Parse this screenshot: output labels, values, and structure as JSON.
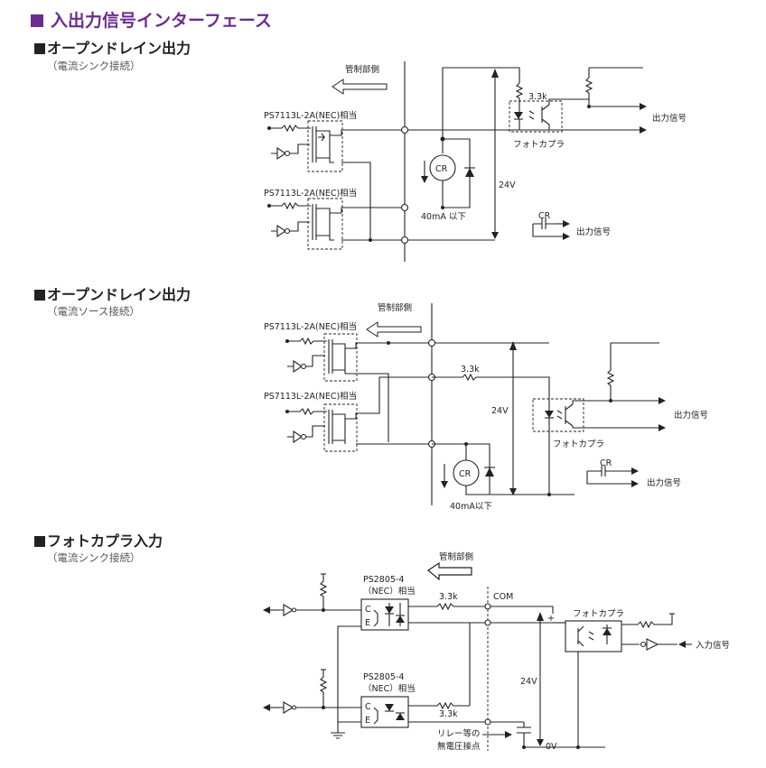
{
  "page": {
    "title": "入出力信号インターフェース"
  },
  "sections": [
    {
      "heading": "オープンドレイン出力",
      "subheading": "（電流シンク接続）",
      "labels": {
        "side": "管制部側",
        "device1": "PS7113L-2A(NEC)相当",
        "device2": "PS7113L-2A(NEC)相当",
        "resistor": "3.3k",
        "photocoupler": "フォトカプラ",
        "output": "出力信号",
        "cr": "CR",
        "current": "40mA 以下",
        "voltage": "24V",
        "cr2": "CR",
        "output2": "出力信号"
      }
    },
    {
      "heading": "オープンドレイン出力",
      "subheading": "（電流ソース接続）",
      "labels": {
        "side": "管制部側",
        "device1": "PS7113L-2A(NEC)相当",
        "device2": "PS7113L-2A(NEC)相当",
        "resistor": "3.3k",
        "voltage": "24V",
        "photocoupler": "フォトカプラ",
        "output": "出力信号",
        "cr": "CR",
        "current": "40mA以下",
        "cr2": "CR",
        "output2": "出力信号"
      }
    },
    {
      "heading": "フォトカプラ入力",
      "subheading": "（電流シンク接続）",
      "labels": {
        "side": "管制部側",
        "device1_line1": "PS2805-4",
        "device1_line2": "（NEC）相当",
        "device2_line1": "PS2805-4",
        "device2_line2": "（NEC）相当",
        "resistor1": "3.3k",
        "resistor2": "3.3k",
        "com": "COM",
        "plus": "+",
        "photocoupler": "フォトカプラ",
        "input": "入力信号",
        "voltage": "24V",
        "zero": "0V",
        "relay_line1": "リレー等の",
        "relay_line2": "無電圧接点",
        "c1": "C",
        "e1": "E",
        "c2": "C",
        "e2": "E"
      }
    }
  ]
}
